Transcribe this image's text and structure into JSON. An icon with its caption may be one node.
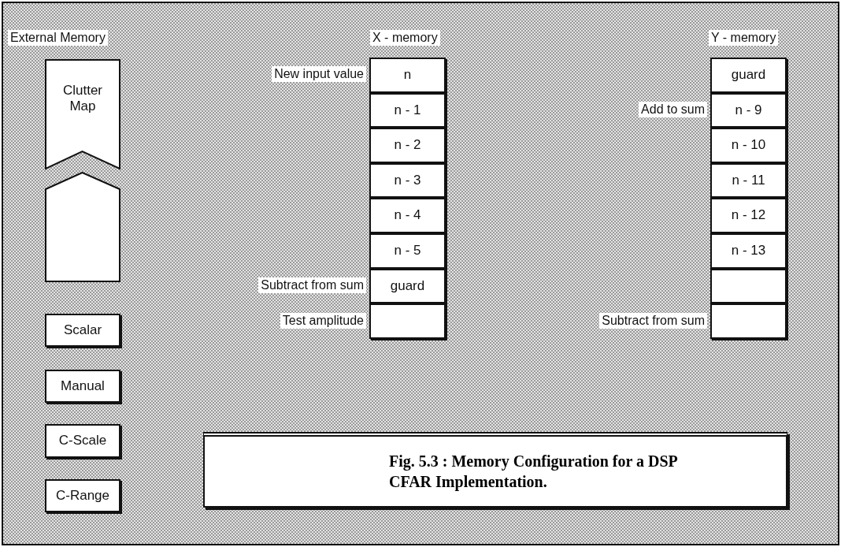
{
  "diagram": {
    "caption": "Fig. 5.3 : Memory Configuration for a DSP CFAR Implementation.",
    "nodes": [
      {
        "text": [
          "Clutter Map"
        ]
      },
      {
        "text": [],
        "shape": "pentagon"
      },
      {
        "text": [
          "Scalar"
        ]
      },
      {
        "text": [
          "Manual"
        ]
      },
      {
        "text": [
          "C-Scale"
        ]
      },
      {
        "text": [
          "C-Range"
        ]
      },
      {
        "text": [
          "n"
        ],
        "beside": [
          "New input value"
        ]
      },
      {
        "text": [
          "n - 1"
        ]
      },
      {
        "text": [
          "n - 2"
        ]
      },
      {
        "text": [
          "n - 3"
        ]
      },
      {
        "text": [
          "n - 4"
        ]
      },
      {
        "text": [
          "n - 5"
        ]
      },
      {
        "text": [
          "guard"
        ],
        "beside": [
          "Subtract from sum"
        ]
      },
      {
        "text": [],
        "shape": "box",
        "beside": [
          "Test amplitude"
        ]
      },
      {
        "text": [
          "guard"
        ]
      },
      {
        "text": [
          "n - 9"
        ],
        "beside": [
          "Add to sum"
        ]
      },
      {
        "text": [
          "n - 10"
        ]
      },
      {
        "text": [
          "n - 11"
        ]
      },
      {
        "text": [
          "n - 12"
        ]
      },
      {
        "text": [
          "n - 13"
        ]
      },
      {
        "text": [],
        "shape": "box"
      },
      {
        "text": [],
        "shape": "box",
        "beside": [
          "Subtract from sum"
        ]
      }
    ],
    "edges": [],
    "labels": [
      "External Memory",
      "X - memory",
      "Y - memory"
    ]
  }
}
